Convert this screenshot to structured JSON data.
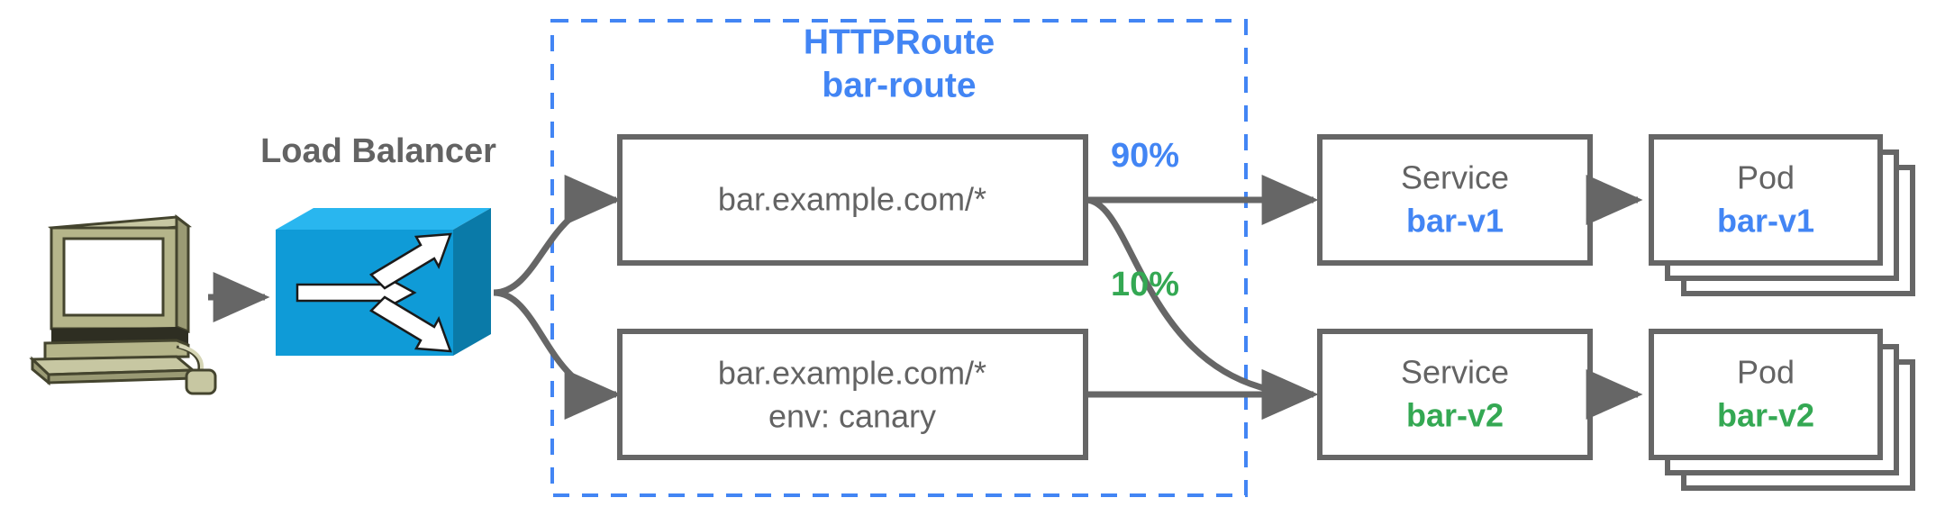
{
  "diagram": {
    "title_group": {
      "kind": "HTTPRoute",
      "name": "bar-route"
    },
    "load_balancer_label": "Load Balancer",
    "client_icon": "desktop-computer-icon",
    "lb_icon": "network-switch-icon",
    "routes": [
      {
        "id": "route-primary",
        "line1": "bar.example.com/*",
        "line2": ""
      },
      {
        "id": "route-canary",
        "line1": "bar.example.com/*",
        "line2": "env: canary"
      }
    ],
    "weights": [
      {
        "label": "90%",
        "color": "#4285f4",
        "target": "bar-v1"
      },
      {
        "label": "10%",
        "color": "#34a853",
        "target": "bar-v2"
      }
    ],
    "services": [
      {
        "kind": "Service",
        "name": "bar-v1",
        "color": "#4285f4"
      },
      {
        "kind": "Service",
        "name": "bar-v2",
        "color": "#34a853"
      }
    ],
    "pods": [
      {
        "kind": "Pod",
        "name": "bar-v1",
        "color": "#4285f4",
        "replicas": 3
      },
      {
        "kind": "Pod",
        "name": "bar-v2",
        "color": "#34a853",
        "replicas": 3
      }
    ],
    "colors": {
      "blue": "#4285f4",
      "green": "#34a853",
      "grey_text": "#636363",
      "grey_stroke": "#666666",
      "switch_blue": "#0f9bd7",
      "computer_body": "#b5b58a"
    }
  }
}
